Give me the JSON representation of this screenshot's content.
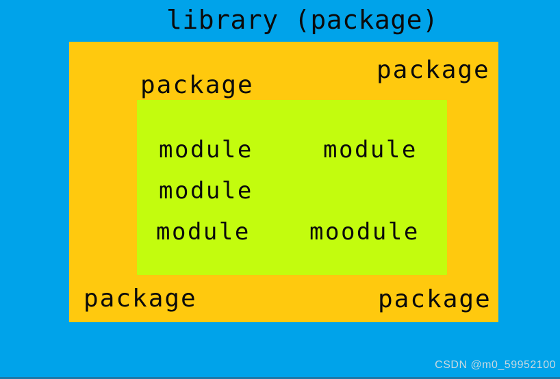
{
  "title": "library (package)",
  "colors": {
    "background": "#00A3EA",
    "outer_box": "#FFC90E",
    "inner_box": "#C3FC0E",
    "label_text": "#0B0B0B",
    "watermark_text": "#C8D9E0"
  },
  "outer_box": {
    "label_top_left": "package",
    "label_top_right": "package",
    "label_bottom_left": "package",
    "label_bottom_right": "package"
  },
  "inner_box": {
    "modules": [
      "module",
      "module",
      "module",
      "module",
      "moodule"
    ]
  },
  "watermark": "CSDN @m0_59952100"
}
